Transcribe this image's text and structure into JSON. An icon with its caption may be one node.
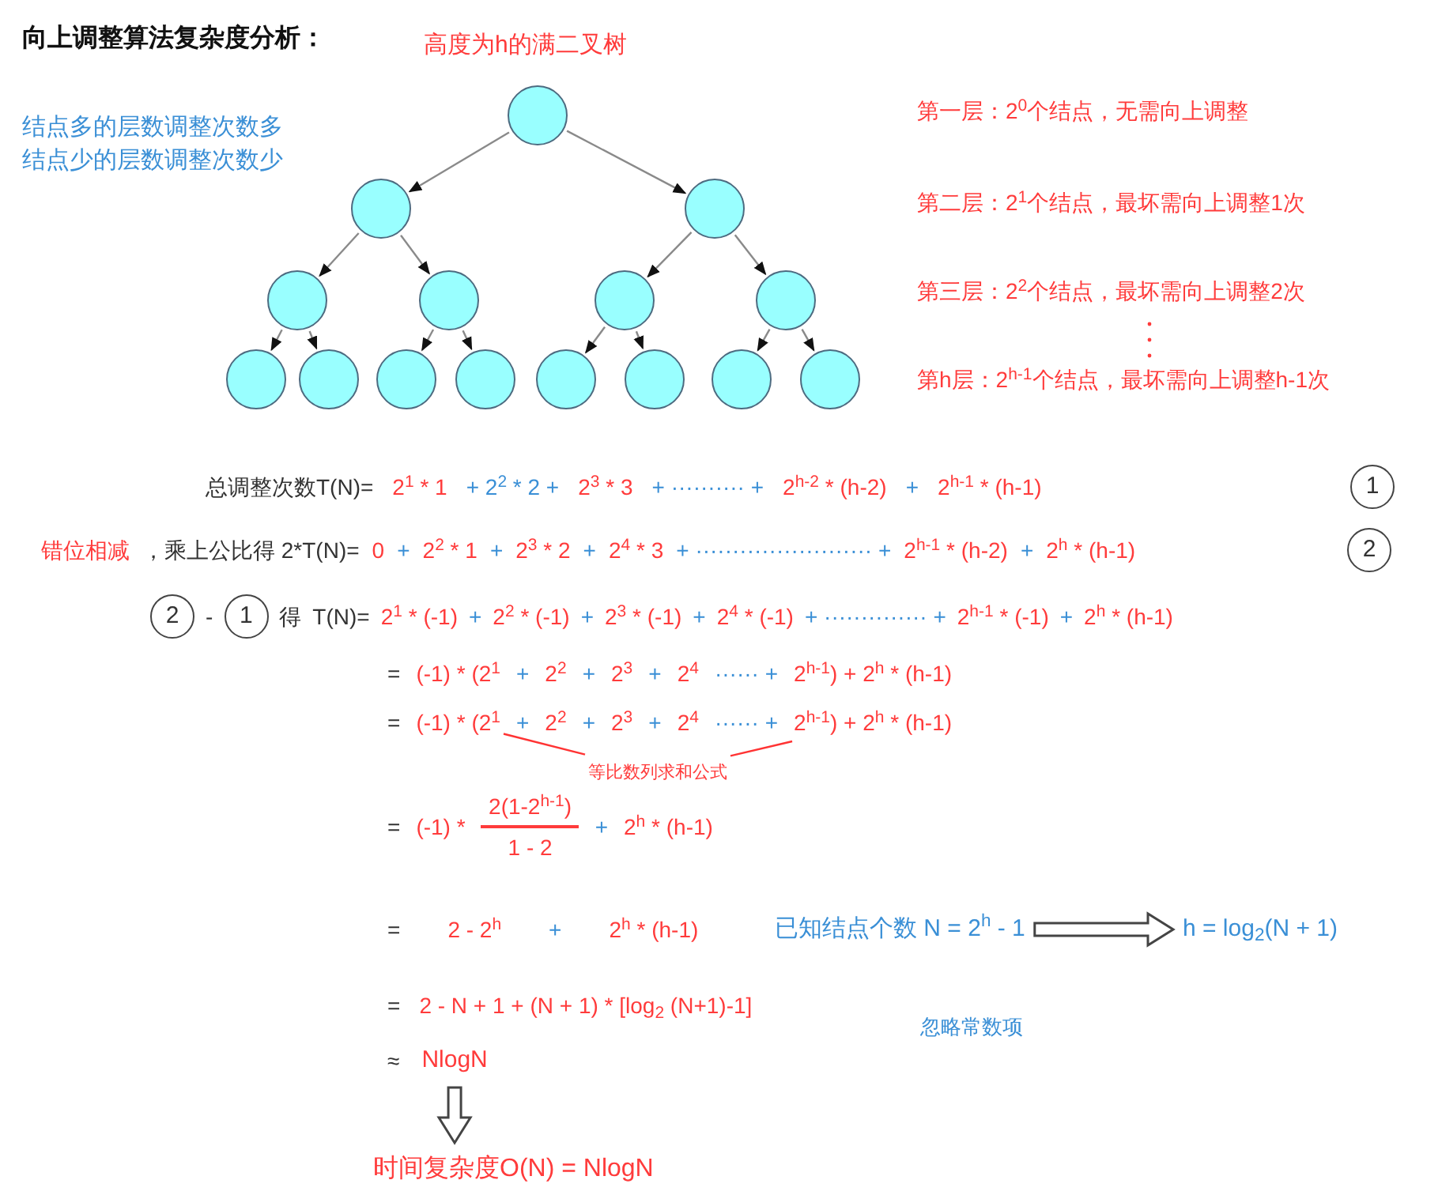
{
  "diagram": {
    "title": "向上调整算法复杂度分析：",
    "nodes": [
      {
        "text": [],
        "shape": "circle"
      },
      {
        "text": [],
        "shape": "circle"
      },
      {
        "text": [],
        "shape": "circle"
      },
      {
        "text": [],
        "shape": "circle"
      },
      {
        "text": [],
        "shape": "circle"
      },
      {
        "text": [],
        "shape": "circle"
      },
      {
        "text": [],
        "shape": "circle"
      },
      {
        "text": [],
        "shape": "circle"
      },
      {
        "text": [],
        "shape": "circle"
      },
      {
        "text": [],
        "shape": "circle"
      },
      {
        "text": [],
        "shape": "circle"
      },
      {
        "text": [],
        "shape": "circle"
      },
      {
        "text": [],
        "shape": "circle"
      },
      {
        "text": [],
        "shape": "circle"
      },
      {
        "text": [],
        "shape": "circle"
      },
      {
        "text": [
          "1"
        ]
      },
      {
        "text": [
          "2"
        ]
      },
      {
        "text": [
          "2"
        ]
      },
      {
        "text": [
          "1"
        ]
      },
      {
        "text": [
          "等比数列求和公式"
        ]
      },
      {
        "text": [
          "已知结点个数 N = 2$^{h}$ - 1"
        ]
      },
      {
        "text": [
          "h = log$_{2}$(N + 1)"
        ]
      },
      {
        "text": [
          "NlogN"
        ]
      },
      {
        "text": [
          "时间复杂度O(N) = NlogN"
        ]
      },
      {
        "text": [
          "(-1) * (2$^{1}$"
        ]
      },
      {
        "text": [
          "2$^{h-1}$) + 2$^{h}$ * (h-1)"
        ]
      }
    ],
    "edges": [
      {
        "from": 0,
        "to": 1,
        "arrow": "to"
      },
      {
        "from": 0,
        "to": 2,
        "arrow": "to"
      },
      {
        "from": 1,
        "to": 3,
        "arrow": "to"
      },
      {
        "from": 1,
        "to": 4,
        "arrow": "to"
      },
      {
        "from": 2,
        "to": 5,
        "arrow": "to"
      },
      {
        "from": 2,
        "to": 6,
        "arrow": "to"
      },
      {
        "from": 3,
        "to": 7,
        "arrow": "to"
      },
      {
        "from": 3,
        "to": 8,
        "arrow": "to"
      },
      {
        "from": 4,
        "to": 9,
        "arrow": "to"
      },
      {
        "from": 4,
        "to": 10,
        "arrow": "to"
      },
      {
        "from": 5,
        "to": 11,
        "arrow": "to"
      },
      {
        "from": 5,
        "to": 12,
        "arrow": "to"
      },
      {
        "from": 6,
        "to": 13,
        "arrow": "to"
      },
      {
        "from": 6,
        "to": 14,
        "arrow": "to"
      },
      {
        "from": 19,
        "to": 24,
        "arrow": "none",
        "color": "#ff3333"
      },
      {
        "from": 19,
        "to": 25,
        "arrow": "none",
        "color": "#ff3333"
      },
      {
        "from": 20,
        "to": 21,
        "arrow": "to",
        "style": "thick"
      },
      {
        "from": 22,
        "to": 23,
        "arrow": "to",
        "style": "thick"
      }
    ],
    "labels": [
      "高度为h的满二叉树",
      "结点多的层数调整次数多",
      "结点少的层数调整次数少",
      "第一层：2$^{0}$个结点，无需向上调整",
      "第二层：2$^{1}$个结点，最坏需向上调整1次",
      "第三层：2$^{2}$个结点，最坏需向上调整2次",
      "第h层：2$^{h-1}$个结点，最坏需向上调整h-1次",
      "总调整次数T(N)=",
      "2$^{1}$ * 1",
      "+ 2$^{2}$ * 2 +",
      "2$^{3}$ * 3",
      "+ ·········· +",
      "2$^{h-2}$ * (h-2)",
      "+",
      "2$^{h-1}$ * (h-1)",
      "错位相减",
      "，乘上公比得 2*T(N)=",
      "0",
      "+",
      "2$^{2}$ * 1",
      "+",
      "2$^{3}$ * 2",
      "+",
      "2$^{4}$ * 3",
      "+ ························ +",
      "2$^{h-1}$ * (h-2)",
      "+",
      "2$^{h}$ * (h-1)",
      "-",
      "得",
      "T(N)=",
      "2$^{1}$ * (-1)",
      "+",
      "2$^{2}$ * (-1)",
      "+",
      "2$^{3}$ * (-1)",
      "+",
      "2$^{4}$ * (-1)",
      "+ ·············· +",
      "2$^{h-1}$ * (-1)",
      "+",
      "2$^{h}$ * (h-1)",
      "=",
      "(-1) * (2$^{1}$",
      "+",
      "2$^{2}$",
      "+",
      "2$^{3}$",
      "+",
      "2$^{4}$",
      "······ +",
      "2$^{h-1}$) + 2$^{h}$ * (h-1)",
      "=",
      "+",
      "2$^{2}$",
      "+",
      "2$^{3}$",
      "+",
      "2$^{4}$",
      "······ +",
      "=",
      "(-1) *",
      "2(1-2$^{h-1}$)",
      "1 - 2",
      "+",
      "2$^{h}$ * (h-1)",
      "=",
      "2 - 2$^{h}$",
      "+",
      "2$^{h}$ * (h-1)",
      "=",
      "2 - N + 1 + (N + 1) * [log$_{2}$ (N+1)-1]",
      "忽略常数项",
      "≈"
    ]
  }
}
